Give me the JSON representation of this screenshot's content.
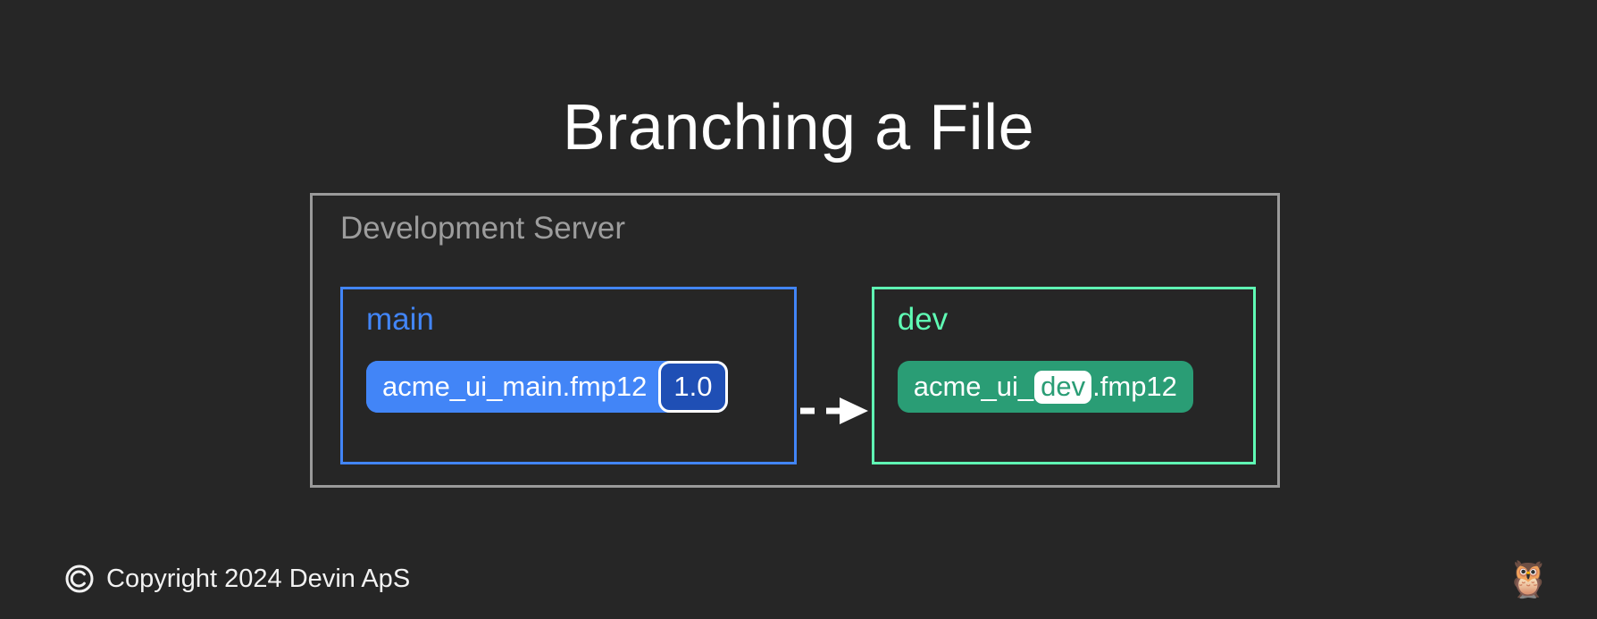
{
  "slide": {
    "title": "Branching a File",
    "background_color": "#262626"
  },
  "server": {
    "label": "Development Server",
    "border_color": "#9a9a9a",
    "label_color": "#9d9d9d"
  },
  "branches": {
    "main": {
      "name": "main",
      "accent_color": "#4285f7",
      "file": {
        "name": "acme_ui_main.fmp12",
        "version": "1.0",
        "fill_color": "#4285f7",
        "version_fill_color": "#1f4fb5",
        "version_border_color": "#ffffff",
        "text_color": "#ffffff"
      }
    },
    "dev": {
      "name": "dev",
      "accent_color": "#5ffbb4",
      "file": {
        "prefix": "acme_ui_",
        "highlight": "dev",
        "suffix": ".fmp12",
        "fill_color": "#2a9d75",
        "highlight_bg_color": "#ffffff",
        "highlight_text_color": "#2a9d75",
        "text_color": "#ffffff"
      }
    }
  },
  "arrow": {
    "name": "branch-arrow",
    "style": "dashed-with-arrowhead",
    "color": "#ffffff"
  },
  "footer": {
    "copyright_symbol": "©",
    "copyright_text": "Copyright 2024 Devin ApS",
    "owl_emoji": "🦉"
  }
}
